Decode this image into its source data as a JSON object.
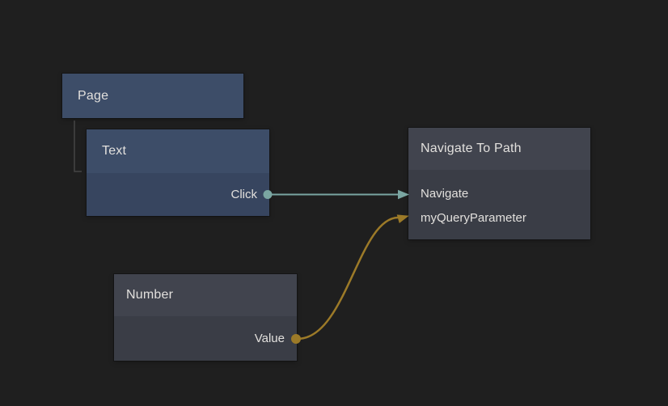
{
  "colors": {
    "background": "#1f1f1f",
    "teal": "#7aa6a2",
    "gold": "#9c7a28",
    "blue-header": "#3d4d68",
    "blue-body": "#37455f",
    "gray-header": "#41444e",
    "gray-body": "#3a3d46",
    "tree-line": "#454545",
    "text": "#e2e0dd"
  },
  "nodes": {
    "page": {
      "title": "Page"
    },
    "text": {
      "title": "Text",
      "outputs": [
        {
          "label": "Click",
          "color": "#7aa6a2"
        }
      ]
    },
    "navigate": {
      "title": "Navigate To Path",
      "inputs": [
        {
          "label": "Navigate",
          "color": "#7aa6a2"
        },
        {
          "label": "myQueryParameter",
          "color": "#9c7a28"
        }
      ]
    },
    "number": {
      "title": "Number",
      "outputs": [
        {
          "label": "Value",
          "color": "#9c7a28"
        }
      ]
    }
  },
  "connections": [
    {
      "from": "Text.Click",
      "to": "Navigate To Path.Navigate",
      "color": "#7aa6a2"
    },
    {
      "from": "Number.Value",
      "to": "Navigate To Path.myQueryParameter",
      "color": "#9c7a28"
    }
  ]
}
